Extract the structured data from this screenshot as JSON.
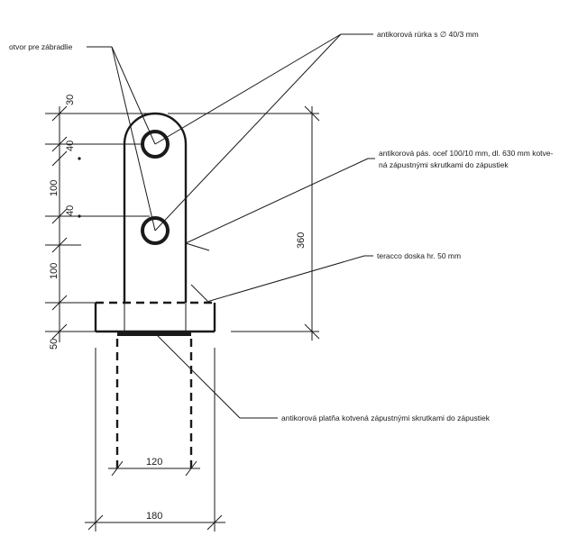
{
  "labels": {
    "railing_hole": "otvor pre zábradlie",
    "tube": "antikorová rúrka s ∅ 40/3 mm",
    "strip_line1": "antikorová pás. oceľ 100/10 mm, dl. 630 mm kotve-",
    "strip_line2": "ná zápustnými skrutkami do zápustiek",
    "slab": "teracco doska hr. 50 mm",
    "plate": "antikorová platňa kotvená zápustnými skrutkami do zápustiek"
  },
  "dimensions": {
    "d30": "30",
    "d40a": "40",
    "d100a": "100",
    "d40b": "40",
    "d100b": "100",
    "d50": "50",
    "d360": "360",
    "d120": "120",
    "d180": "180"
  }
}
